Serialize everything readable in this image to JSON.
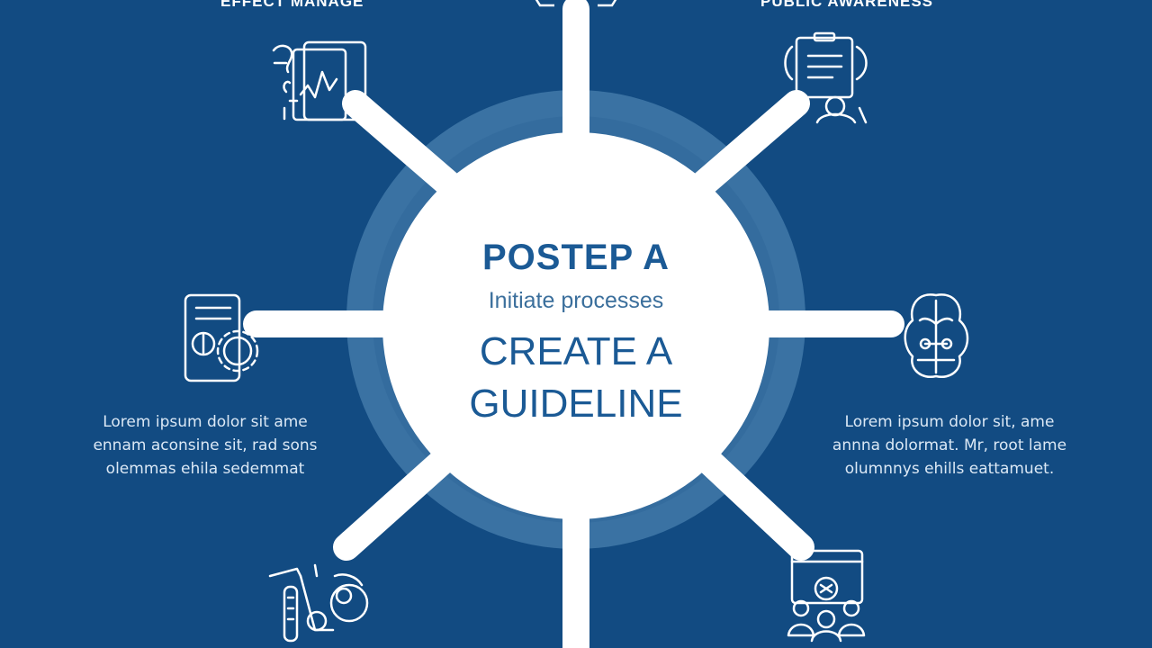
{
  "colors": {
    "background": "#124b82",
    "ring": "#3f77a6",
    "center_fill": "#ffffff",
    "text_primary": "#1b5a95",
    "spokes": "#ffffff",
    "icon_stroke": "#ffffff"
  },
  "top_labels": {
    "left": "EFFECT MANAGE",
    "right": "PUBLIC AWARENESS"
  },
  "center": {
    "title": "POSTEP A",
    "subtitle": "Initiate processes",
    "heading_line1": "CREATE A",
    "heading_line2": "GUIDELINE"
  },
  "left_text": [
    "Lorem ipsum dolor sit ame",
    "ennam aconsine sit, rad sons",
    "olemmas ehila sedemmat"
  ],
  "right_text": [
    "Lorem ipsum dolor sit, ame",
    "annna dolormat. Mr, root lame",
    "olumnnys ehills eattamuet."
  ],
  "icons": {
    "top_left": "tablet-chart-icon",
    "top_right": "document-person-icon",
    "mid_left": "phone-gear-icon",
    "mid_right": "brain-network-icon",
    "bottom_left": "lab-equipment-icon",
    "bottom_right": "team-monitor-icon",
    "top_center": "clipboard-icon"
  }
}
